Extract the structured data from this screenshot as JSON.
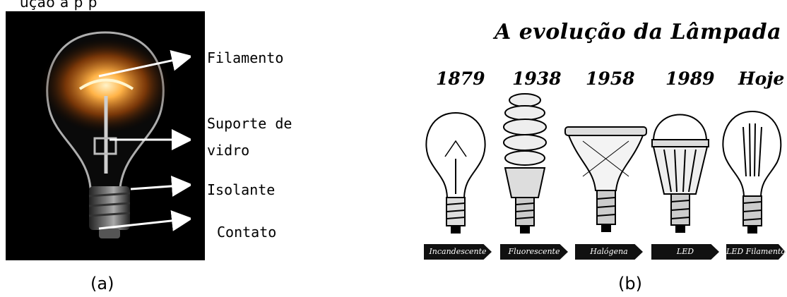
{
  "left_panel": {
    "top_partial_text": "ução       a    p                      p",
    "labels": {
      "filamento": "Filamento",
      "suporte_line1": "Suporte de",
      "suporte_line2": "vidro",
      "isolante": "Isolante",
      "contato": "Contato"
    },
    "caption": "(a)"
  },
  "right_panel": {
    "title": "A evolução da Lâmpada",
    "eras": [
      {
        "year": "1879",
        "label": "Incandescente",
        "icon": "incandescent-bulb-icon"
      },
      {
        "year": "1938",
        "label": "Fluorescente",
        "icon": "fluorescent-spiral-bulb-icon"
      },
      {
        "year": "1958",
        "label": "Halógena",
        "icon": "halogen-reflector-bulb-icon"
      },
      {
        "year": "1989",
        "label": "LED",
        "icon": "led-bulb-icon"
      },
      {
        "year": "Hoje",
        "label": "LED Filamento",
        "icon": "led-filament-bulb-icon"
      }
    ],
    "caption": "(b)"
  },
  "colors": {
    "photo_bg": "#000000",
    "glow": "#ff9a2a",
    "tag_bg": "#111111"
  }
}
